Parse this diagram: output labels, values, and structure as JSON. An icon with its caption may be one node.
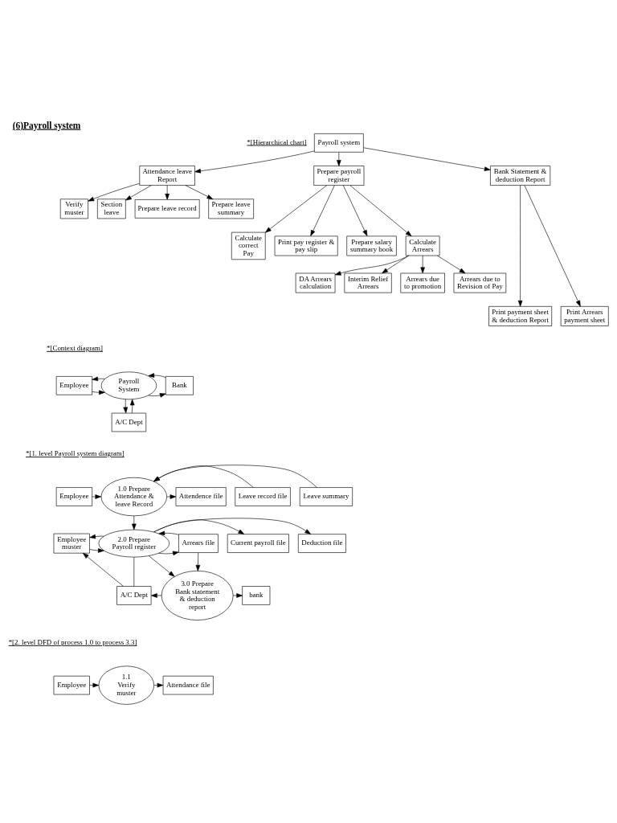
{
  "diagram": {
    "title": "(6)Payroll system",
    "nodes": [
      {
        "text": [
          "Payroll system"
        ]
      },
      {
        "text": [
          "Attendance leave Report"
        ]
      },
      {
        "text": [
          "Prepare payroll register"
        ]
      },
      {
        "text": [
          "Bank Statement & deduction Report"
        ]
      },
      {
        "text": [
          "Verify muster"
        ]
      },
      {
        "text": [
          "Section leave"
        ]
      },
      {
        "text": [
          "Prepare leave record"
        ]
      },
      {
        "text": [
          "Prepare leave summary"
        ]
      },
      {
        "text": [
          "Calculate correct Pay"
        ]
      },
      {
        "text": [
          "Print pay register & pay slip"
        ]
      },
      {
        "text": [
          "Prepare salary summary book"
        ]
      },
      {
        "text": [
          "Calculate Arrears"
        ]
      },
      {
        "text": [
          "DA Arrears calculation"
        ]
      },
      {
        "text": [
          "Interim Relief Arrears"
        ]
      },
      {
        "text": [
          "Arrears due to promotion"
        ]
      },
      {
        "text": [
          "Arrears due to Revision of Pay"
        ]
      },
      {
        "text": [
          "Print payment sheet & deduction Report"
        ]
      },
      {
        "text": [
          "Print Arrears payment sheet"
        ]
      },
      {
        "text": [
          "Employee"
        ]
      },
      {
        "text": [
          "Payroll System"
        ]
      },
      {
        "text": [
          "Bank"
        ]
      },
      {
        "text": [
          "A/C Dept"
        ]
      },
      {
        "text": [
          "Employee"
        ]
      },
      {
        "text": [
          "1.0 Prepare Attendance & leave Record"
        ]
      },
      {
        "text": [
          "Attendence file"
        ]
      },
      {
        "text": [
          "Leave record file"
        ]
      },
      {
        "text": [
          "Leave summary"
        ]
      },
      {
        "text": [
          "Employee muster"
        ]
      },
      {
        "text": [
          "2.0 Prepare Payroll register"
        ]
      },
      {
        "text": [
          "Current payroll file"
        ]
      },
      {
        "text": [
          "Deduction file"
        ]
      },
      {
        "text": [
          "Arrears file"
        ]
      },
      {
        "text": [
          "A/C Dept"
        ]
      },
      {
        "text": [
          "3.0 Prepare Bank statement & deduction report"
        ]
      },
      {
        "text": [
          "bank"
        ]
      },
      {
        "text": [
          "Employee"
        ]
      },
      {
        "text": [
          "1.1 Verify muster"
        ]
      },
      {
        "text": [
          "Attendance file"
        ]
      }
    ],
    "edges": [
      {
        "from": 0,
        "to": 1,
        "arrow": "to"
      },
      {
        "from": 0,
        "to": 2,
        "arrow": "to"
      },
      {
        "from": 0,
        "to": 3,
        "arrow": "to"
      },
      {
        "from": 1,
        "to": 4,
        "arrow": "to"
      },
      {
        "from": 1,
        "to": 5,
        "arrow": "to"
      },
      {
        "from": 1,
        "to": 6,
        "arrow": "to"
      },
      {
        "from": 1,
        "to": 7,
        "arrow": "to"
      },
      {
        "from": 2,
        "to": 8,
        "arrow": "to"
      },
      {
        "from": 2,
        "to": 9,
        "arrow": "to"
      },
      {
        "from": 2,
        "to": 10,
        "arrow": "to"
      },
      {
        "from": 2,
        "to": 11,
        "arrow": "to"
      },
      {
        "from": 11,
        "to": 12,
        "arrow": "to"
      },
      {
        "from": 11,
        "to": 13,
        "arrow": "to"
      },
      {
        "from": 11,
        "to": 14,
        "arrow": "to"
      },
      {
        "from": 11,
        "to": 15,
        "arrow": "to"
      },
      {
        "from": 3,
        "to": 16,
        "arrow": "to"
      },
      {
        "from": 3,
        "to": 17,
        "arrow": "to"
      },
      {
        "from": 18,
        "to": 19,
        "arrow": "to"
      },
      {
        "from": 19,
        "to": 18,
        "arrow": "to"
      },
      {
        "from": 19,
        "to": 20,
        "arrow": "to"
      },
      {
        "from": 20,
        "to": 19,
        "arrow": "to"
      },
      {
        "from": 21,
        "to": 19,
        "arrow": "to"
      },
      {
        "from": 19,
        "to": 21,
        "arrow": "to"
      },
      {
        "from": 22,
        "to": 23,
        "arrow": "to"
      },
      {
        "from": 23,
        "to": 24,
        "arrow": "to"
      },
      {
        "from": 25,
        "to": 23,
        "arrow": "to"
      },
      {
        "from": 26,
        "to": 23,
        "arrow": "to"
      },
      {
        "from": 23,
        "to": 28,
        "arrow": "to"
      },
      {
        "from": 27,
        "to": 28,
        "arrow": "to"
      },
      {
        "from": 28,
        "to": 27,
        "arrow": "to"
      },
      {
        "from": 28,
        "to": 29,
        "arrow": "to"
      },
      {
        "from": 28,
        "to": 30,
        "arrow": "to"
      },
      {
        "from": 28,
        "to": 31,
        "arrow": "to"
      },
      {
        "from": 31,
        "to": 28,
        "arrow": "to"
      },
      {
        "from": 32,
        "to": 27,
        "arrow": "to"
      },
      {
        "from": 28,
        "to": 32,
        "arrow": "none"
      },
      {
        "from": 28,
        "to": 33,
        "arrow": "to"
      },
      {
        "from": 33,
        "to": 32,
        "arrow": "to"
      },
      {
        "from": 31,
        "to": 33,
        "arrow": "to"
      },
      {
        "from": 33,
        "to": 34,
        "arrow": "to"
      },
      {
        "from": 35,
        "to": 36,
        "arrow": "to"
      },
      {
        "from": 36,
        "to": 37,
        "arrow": "to"
      }
    ],
    "labels": [
      "*[Hierarchical chart]",
      "*[Context diagram]",
      "*[1. level Payroll system diagram]",
      "*[2. level DFD of process 1.0 to process 3.3]"
    ]
  }
}
